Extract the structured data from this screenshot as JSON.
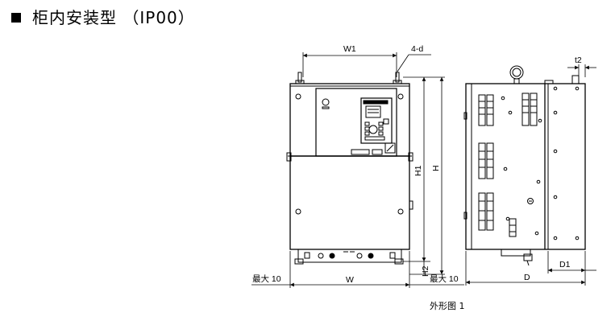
{
  "heading": {
    "marker": "■",
    "title": "柜内安装型 （IP00）"
  },
  "front_view": {
    "dim_W1": "W1",
    "dim_4d": "4-d",
    "dim_H1": "H1",
    "dim_H": "H",
    "dim_H2": "H2",
    "dim_W": "W",
    "left_clearance": "最大 10",
    "right_clearance": "最大 10"
  },
  "side_view": {
    "dim_t2": "t2",
    "dim_D1": "D1",
    "dim_D": "D"
  },
  "caption": "外形图 1"
}
